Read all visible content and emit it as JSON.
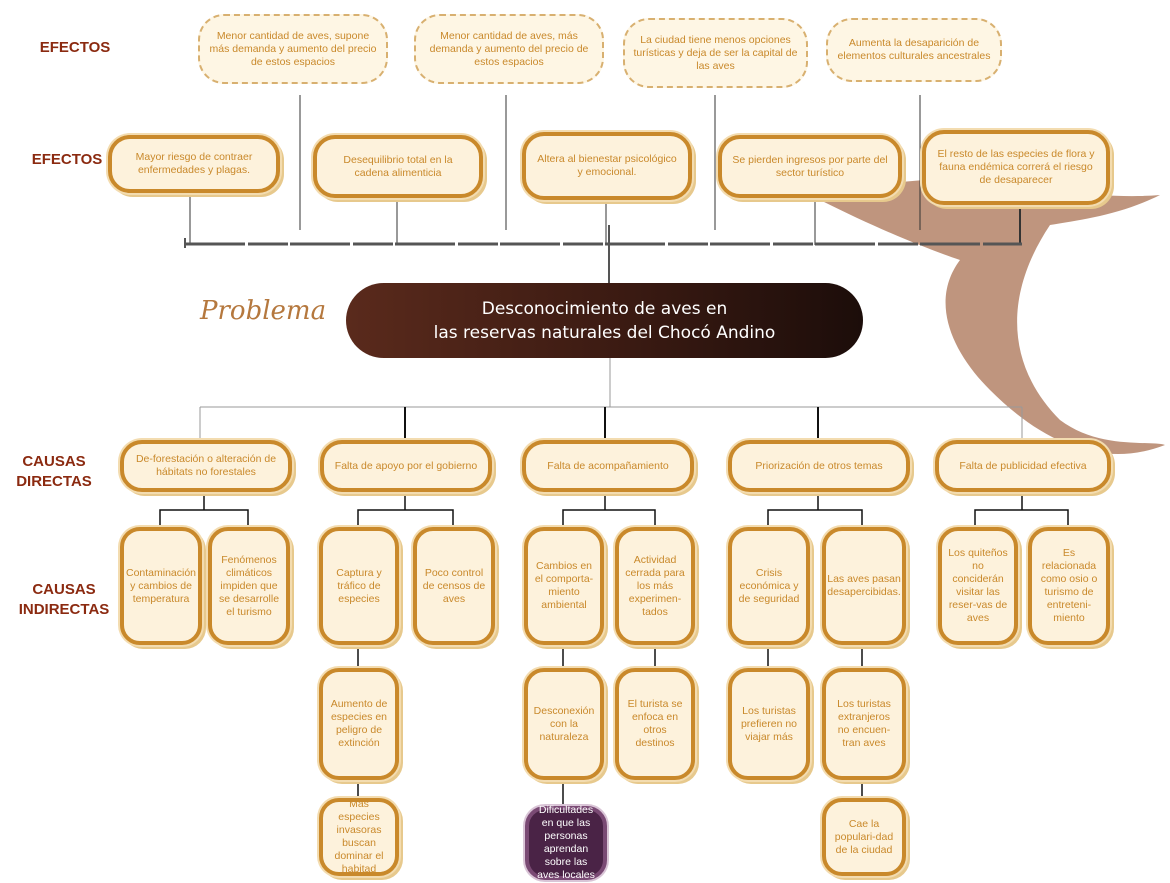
{
  "labels": {
    "efectos_top": "EFECTOS",
    "efectos_mid": "EFECTOS",
    "problema": "Problema",
    "causas_directas": [
      "CAUSAS",
      "DIRECTAS"
    ],
    "causas_indirectas": [
      "CAUSAS",
      "INDIRECTAS"
    ]
  },
  "problem": {
    "line1": "Desconocimiento de aves en",
    "line2": "las reservas naturales del Chocó Andino"
  },
  "effects_top": [
    "Menor cantidad de aves, supone más demanda y aumento del precio de estos espacios",
    "Menor cantidad de aves, más demanda y aumento del precio de estos espacios",
    "La ciudad tiene menos opciones turísticas y deja de ser la capital de las aves",
    "Aumenta la desaparición de elementos culturales ancestrales"
  ],
  "effects_mid": [
    "Mayor riesgo de contraer enfermedades y plagas.",
    "Desequilibrio total en la cadena alimenticia",
    "Altera al bienestar psicológico y emocional.",
    "Se pierden ingresos por parte del sector turístico",
    "El resto de las especies de flora y fauna endémica correrá el riesgo de desaparecer"
  ],
  "direct_causes": [
    "De-forestación o alteración de hábitats no forestales",
    "Falta de apoyo por el gobierno",
    "Falta de acompañamiento",
    "Priorización de otros temas",
    "Falta de publicidad efectiva"
  ],
  "indirect_causes": [
    "Contaminación y cambios de temperatura",
    "Fenómenos climáticos impiden que se desarrolle el turismo",
    "Captura y tráfico de especies",
    "Poco control de censos de aves",
    "Cambios en el comporta-miento ambiental",
    "Actividad cerrada para los más experimen-tados",
    "Crisis económica y de seguridad",
    "Las aves pasan desapercibidas.",
    "Los quiteños no conciderán visitar las reser-vas de aves",
    "Es relacionada como osio o turismo de entreteni-miento"
  ],
  "sub_causes": [
    "Aumento de especies en peligro de extinción",
    "Más especies invasoras buscan dominar el habitad",
    "Desconexión con la naturaleza",
    "El turista se enfoca en otros destinos",
    "Dificultades en que las personas aprendan sobre las aves locales",
    "Los turistas prefieren no viajar más",
    "Los turistas extranjeros no encuen-tran aves",
    "Cae la populari-dad de la ciudad"
  ],
  "colors": {
    "accent": "#c9892b",
    "node_fill": "#fdf2dc",
    "label": "#8b2a10",
    "problem_bg": "#3a1a12",
    "highlight": "#4a2346",
    "decor": "#b88a70"
  }
}
